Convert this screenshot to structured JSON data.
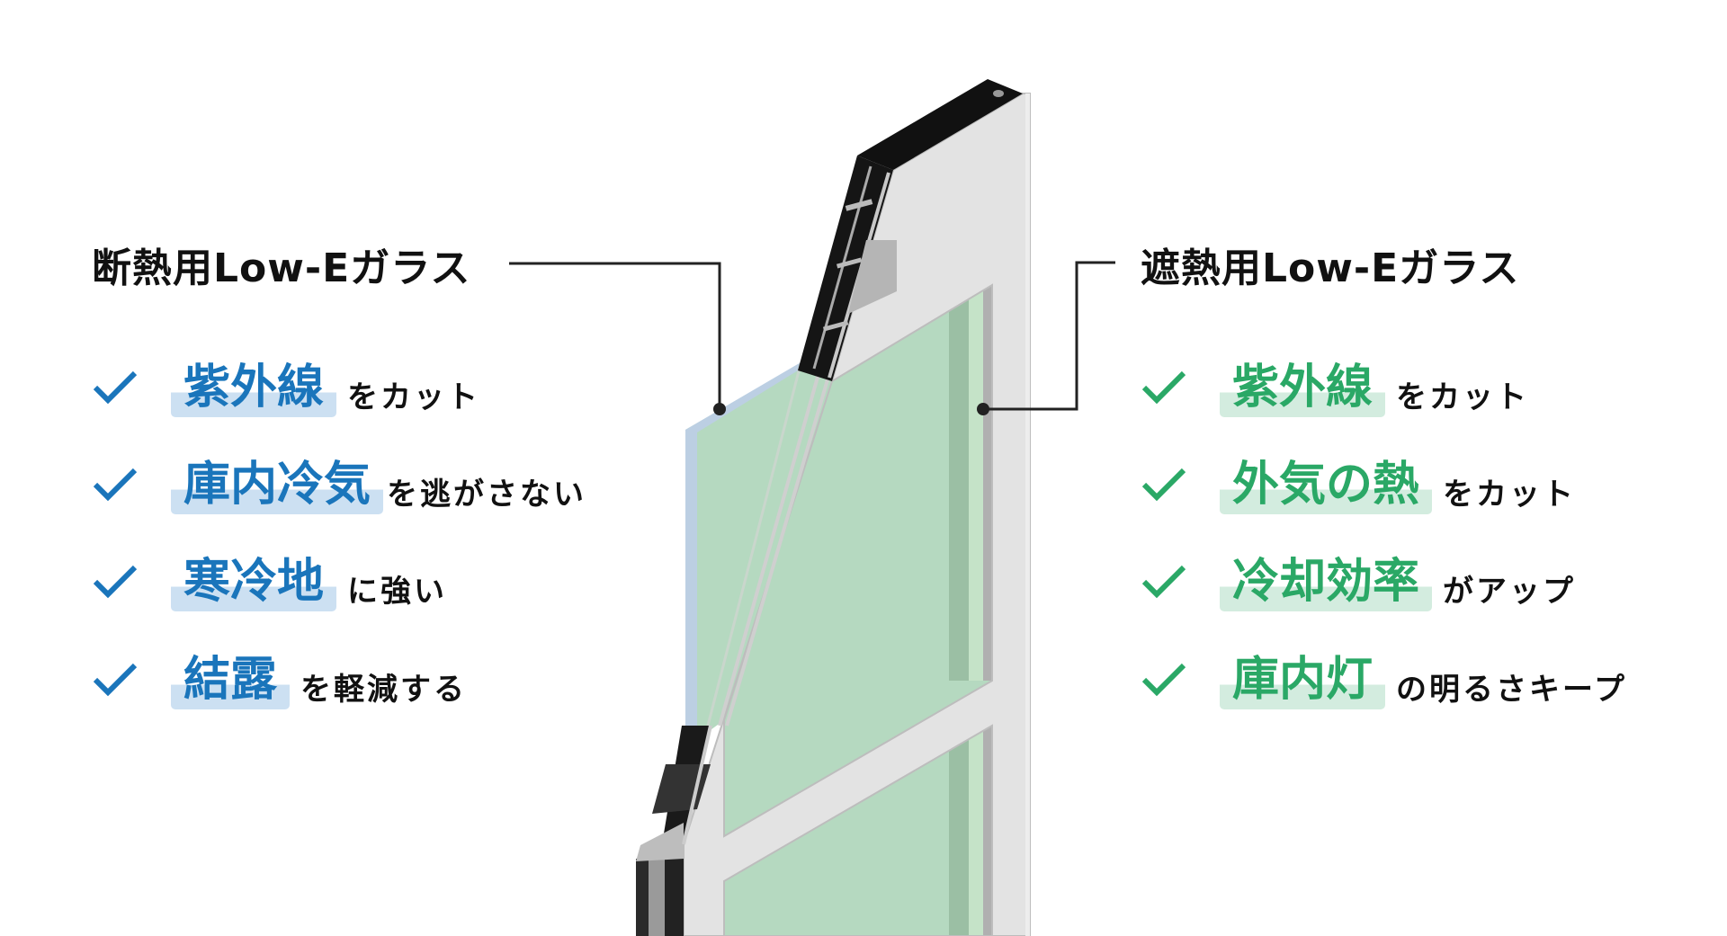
{
  "left": {
    "title": "断熱用Low-Eガラス",
    "accent": "#1a75bb",
    "items": [
      {
        "highlight": "紫外線",
        "suffix": "をカット"
      },
      {
        "highlight": "庫内冷気",
        "suffix": "を逃がさない"
      },
      {
        "highlight": "寒冷地",
        "suffix": "に強い"
      },
      {
        "highlight": "結露",
        "suffix": "を軽減する"
      }
    ]
  },
  "right": {
    "title": "遮熱用Low-Eガラス",
    "accent": "#2aa866",
    "items": [
      {
        "highlight": "紫外線",
        "suffix": "をカット"
      },
      {
        "highlight": "外気の熱",
        "suffix": "をカット"
      },
      {
        "highlight": "冷却効率",
        "suffix": "がアップ"
      },
      {
        "highlight": "庫内灯",
        "suffix": "の明るさキープ"
      }
    ]
  },
  "icons": {
    "check": "check-icon"
  }
}
